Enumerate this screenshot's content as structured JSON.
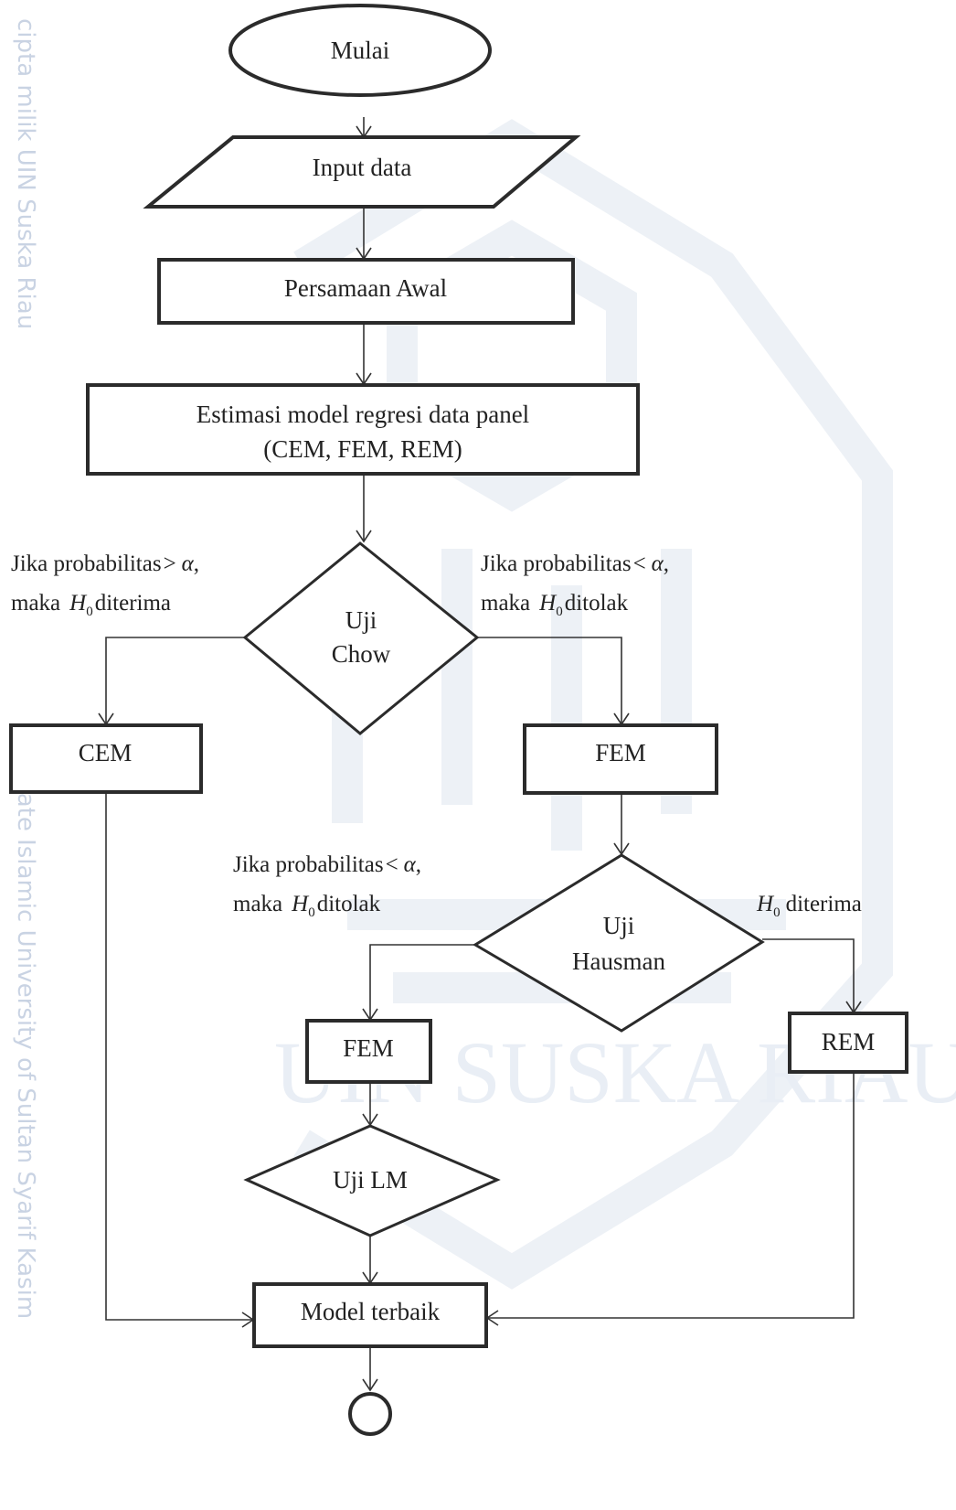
{
  "watermark": {
    "side_text": "cipta milik UIN Suska Riau",
    "side_text_lower": "State Islamic University of Sultan Syarif Kasim",
    "big_text": "UIN SUSKA RIAU"
  },
  "nodes": {
    "start": "Mulai",
    "input": "Input data",
    "initial_equation": "Persamaan Awal",
    "estimation_line1": "Estimasi model regresi data panel",
    "estimation_line2": "(CEM, FEM, REM)",
    "chow_line1": "Uji",
    "chow_line2": "Chow",
    "cem": "CEM",
    "fem_chow": "FEM",
    "hausman_line1": "Uji",
    "hausman_line2": "Hausman",
    "fem_hausman": "FEM",
    "rem": "REM",
    "lm_test": "Uji LM",
    "best_model": "Model terbaik"
  },
  "conditions": {
    "chow_left": {
      "line1": "Jika probabilitas",
      "operator": ">",
      "alpha": "α",
      "comma": ",",
      "maka": "maka",
      "h": "H",
      "sub": "0",
      "result": "diterima"
    },
    "chow_right": {
      "line1": "Jika probabilitas",
      "operator": "<",
      "alpha": "α",
      "comma": ",",
      "maka": "maka",
      "h": "H",
      "sub": "0",
      "result": "ditolak"
    },
    "hausman_left": {
      "line1": "Jika probabilitas",
      "operator": "<",
      "alpha": "α",
      "comma": ",",
      "maka": "maka",
      "h": "H",
      "sub": "0",
      "result": "ditolak"
    },
    "hausman_right": {
      "h": "H",
      "sub": "0",
      "result": "diterima"
    }
  }
}
